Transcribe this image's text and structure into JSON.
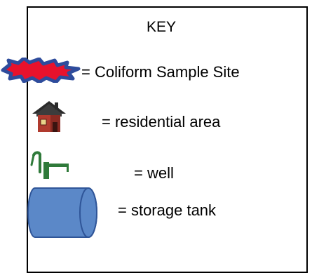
{
  "key": {
    "title": "KEY",
    "entries": [
      {
        "icon": "coliform-sample-site-icon",
        "label": "= Coliform Sample Site"
      },
      {
        "icon": "house-icon",
        "label": "= residential area"
      },
      {
        "icon": "well-pump-icon",
        "label": "= well"
      },
      {
        "icon": "storage-tank-icon",
        "label": "= storage tank"
      }
    ]
  },
  "colors": {
    "sample_site_outline": "#2e4c9c",
    "sample_site_fill": "#e8122c",
    "house_roof": "#2a2a2a",
    "house_wall": "#b03a2e",
    "well": "#2f7a3a",
    "tank_fill": "#5b88c8",
    "tank_outline": "#2f5598"
  }
}
